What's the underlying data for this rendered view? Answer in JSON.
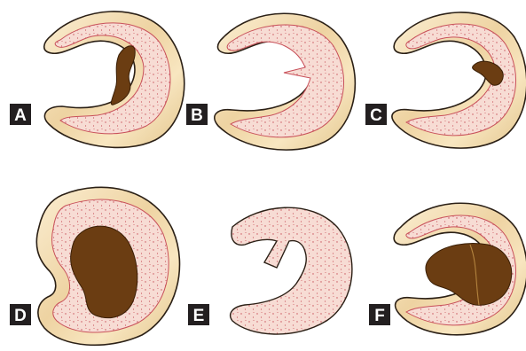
{
  "panels": [
    {
      "label": "A"
    },
    {
      "label": "B"
    },
    {
      "label": "C"
    },
    {
      "label": "D"
    },
    {
      "label": "E"
    },
    {
      "label": "F"
    }
  ],
  "colors": {
    "cortex": "#f0d8a8",
    "cortex_light": "#fbf0d6",
    "medulla": "#f7dcd3",
    "marrow_line": "#c8505a",
    "outline": "#2b2016",
    "bone_fill": "#6b3d12",
    "label_box": "#231f20",
    "label_text": "#ffffff"
  }
}
